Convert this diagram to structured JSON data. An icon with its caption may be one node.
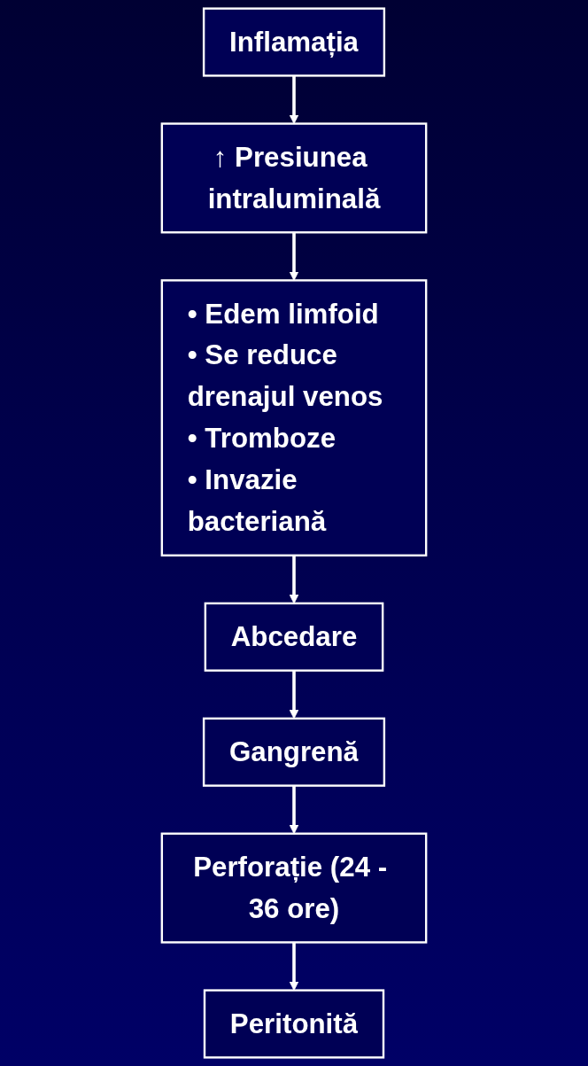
{
  "diagram": {
    "nodes": [
      {
        "text": [
          "Inflamația"
        ]
      },
      {
        "text": [
          "↑ Presiunea intraluminală"
        ]
      },
      {
        "text": [
          "• Edem limfoid",
          "• Se reduce drenajul venos",
          "• Tromboze",
          "• Invazie bacteriană"
        ]
      },
      {
        "text": [
          "Abcedare"
        ]
      },
      {
        "text": [
          "Gangrenă"
        ]
      },
      {
        "text": [
          "Perforație (24 - 36 ore)"
        ]
      },
      {
        "text": [
          "Peritonită"
        ]
      }
    ],
    "edges": [
      {
        "from": 0,
        "to": 1,
        "arrow": "to"
      },
      {
        "from": 1,
        "to": 2,
        "arrow": "to"
      },
      {
        "from": 2,
        "to": 3,
        "arrow": "to"
      },
      {
        "from": 3,
        "to": 4,
        "arrow": "to"
      },
      {
        "from": 4,
        "to": 5,
        "arrow": "to"
      },
      {
        "from": 5,
        "to": 6,
        "arrow": "to"
      }
    ]
  }
}
